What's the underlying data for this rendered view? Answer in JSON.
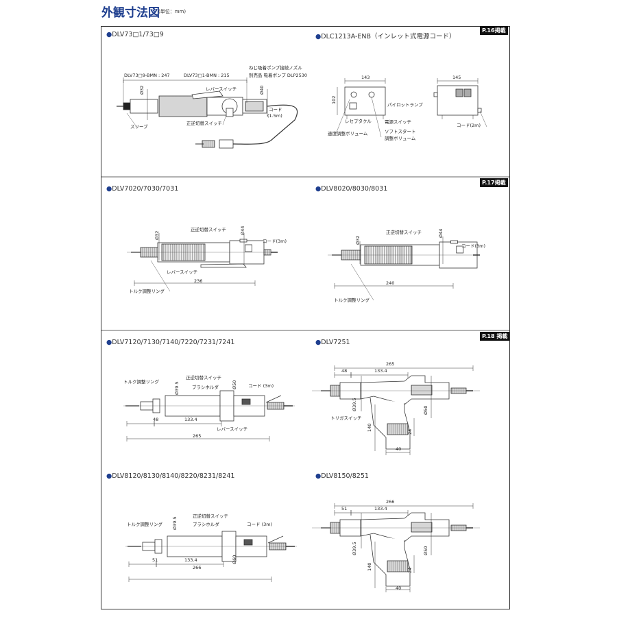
{
  "header": {
    "title": "外観寸法図",
    "unit": "(単位：mm)"
  },
  "badges": [
    "P.16掲載",
    "P.17掲載",
    "P.18 掲載"
  ],
  "bullet": "●",
  "panels": {
    "dlv73": {
      "title": "DLV73□1/73□9",
      "len_9": "DLV73□9-BMN : 247",
      "len_1": "DLV73□1-BMN : 215",
      "nozzle1": "ねじ吸着ポンプ接続ノズル",
      "nozzle2": "別売品 吸着ポンプ DLP2530",
      "d32": "Ø32",
      "d40": "Ø40",
      "lever": "レバースイッチ",
      "cord": "コード",
      "cord_len": "(1.5m)",
      "sleeve": "スリーブ",
      "switch": "正逆切替スイッチ"
    },
    "dlc": {
      "title": "DLC1213A-ENB（インレット式電源コード）",
      "w_front": "143",
      "h_front": "102",
      "w_side": "145",
      "pilot": "パイロットランプ",
      "receptacle": "レセプタクル",
      "power": "電源スイッチ",
      "speed": "速度調整ボリューム",
      "soft1": "ソフトスタート",
      "soft2": "調整ボリューム",
      "cord": "コード(2m)"
    },
    "dlv7020": {
      "title": "DLV7020/7030/7031",
      "switch": "正逆切替スイッチ",
      "d32": "Ø32",
      "d44": "Ø44",
      "cord": "コード(3m)",
      "lever": "レバースイッチ",
      "length": "236",
      "ring": "トルク調整リング"
    },
    "dlv8020": {
      "title": "DLV8020/8030/8031",
      "switch": "正逆切替スイッチ",
      "d32": "Ø32",
      "d44": "Ø44",
      "cord": "コード(3m)",
      "length": "240",
      "ring": "トルク調整リング"
    },
    "dlv7120": {
      "title": "DLV7120/7130/7140/7220/7231/7241",
      "ring": "トルク調整リング",
      "d395": "Ø39.5",
      "switch": "正逆切替スイッチ",
      "brush": "ブラシホルダ",
      "d50": "Ø50",
      "cord": "コード (3m)",
      "l48": "48",
      "l1334": "133.4",
      "lever": "レバースイッチ",
      "length": "265"
    },
    "dlv7251": {
      "title": "DLV7251",
      "length": "265",
      "l48": "48",
      "l1334": "133.4",
      "d395": "Ø39.5",
      "trigger": "トリガスイッチ",
      "d50": "Ø50",
      "h140": "140",
      "g24": "24",
      "g40": "40"
    },
    "dlv8120": {
      "title": "DLV8120/8130/8140/8220/8231/8241",
      "ring": "トルク調整リング",
      "d395": "Ø39.5",
      "switch": "正逆切替スイッチ",
      "brush": "ブラシホルダ",
      "cord": "コード (3m)",
      "l51": "51",
      "l1334": "133.4",
      "d60": "Ø60",
      "length": "266"
    },
    "dlv8150": {
      "title": "DLV8150/8251",
      "length": "266",
      "l51": "51",
      "l1334": "133.4",
      "d395": "Ø39.5",
      "d50": "Ø50",
      "h140": "140",
      "g24": "24",
      "g40": "40"
    }
  }
}
